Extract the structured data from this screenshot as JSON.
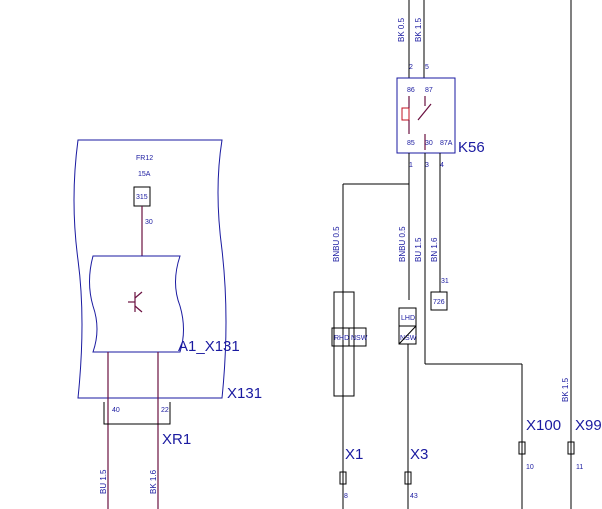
{
  "fuse": {
    "name": "FR12",
    "rating": "15A",
    "box_label": "315",
    "pin": "30"
  },
  "module": {
    "label": "A1_X131",
    "outline_label": "X131"
  },
  "connector_xr1": {
    "label": "XR1",
    "pin_left": "40",
    "pin_right": "22"
  },
  "bottom_left_wires": {
    "left": "BU 1.5",
    "right": "BK 1.6"
  },
  "relay": {
    "label": "K56",
    "top_wires": {
      "left": "BK 0.5",
      "right": "BK 1.5"
    },
    "top_pins": {
      "left": "2",
      "right": "5"
    },
    "contact_top": {
      "left": "86",
      "right": "87"
    },
    "contact_bottom": {
      "left": "85",
      "mid": "30",
      "right": "87A"
    },
    "bottom_pins": {
      "left": "1",
      "mid": "3",
      "right": "4"
    }
  },
  "mid_wires": {
    "w1": "BNBU 0.5",
    "w2": "BNBU 0.5",
    "w3": "BU 1.5",
    "w4": "BN 1.6"
  },
  "splice_726": {
    "pin": "31",
    "box_label": "726"
  },
  "rhd_box": {
    "left": "RHD",
    "right": "NSW"
  },
  "lhd_box": {
    "top": "LHD",
    "bottom": "NSW"
  },
  "right_wire": "BK 1.5",
  "connectors": [
    {
      "name": "X1",
      "pin": "8"
    },
    {
      "name": "X3",
      "pin": "43"
    },
    {
      "name": "X100",
      "pin": "10"
    },
    {
      "name": "X99",
      "pin": "11"
    }
  ]
}
